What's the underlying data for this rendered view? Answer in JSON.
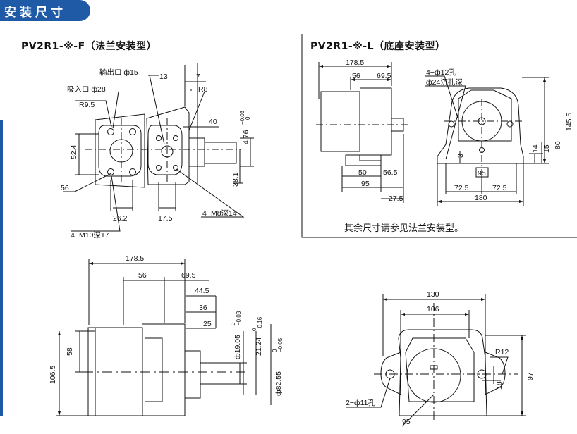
{
  "header": {
    "title": "安装尺寸"
  },
  "drawing_a": {
    "title": "PV2R1-※-F（法兰安装型）",
    "labels": {
      "outlet": "输出口 ф15",
      "inlet": "吸入口 ф28",
      "r95": "R9.5",
      "d13": "13",
      "d7": "7",
      "r8": "R8",
      "d40": "40",
      "d524": "52.4",
      "d476": "4.76",
      "tol476": "+0.03",
      "tol476b": "0",
      "d381": "38.1",
      "d56": "56",
      "d262": "26.2",
      "d175": "17.5",
      "m8": "4−M8深14",
      "m10": "4−M10深17"
    }
  },
  "drawing_b": {
    "title": "PV2R1-※-L（底座安装型）",
    "labels": {
      "d1785": "178.5",
      "d56": "56",
      "d695": "69.5",
      "holes": "4−ф12孔",
      "cbore": "ф24沉孔深",
      "d3": "3",
      "d50": "50",
      "d565": "56.5",
      "d95": "95",
      "d275": "27.5",
      "d95b": "95",
      "d725a": "72.5",
      "d725b": "72.5",
      "d180": "180",
      "d14": "14",
      "d15": "15",
      "d80": "80",
      "d1455": "145.5"
    },
    "note": "其余尺寸请参见法兰安装型。"
  },
  "drawing_c": {
    "labels": {
      "d1785": "178.5",
      "d56": "56",
      "d695": "69.5",
      "d445": "44.5",
      "d36": "36",
      "d25": "25",
      "d58": "58",
      "d1065": "106.5",
      "shaft1": "ф19.05",
      "tol1a": "0",
      "tol1b": "−0.03",
      "shaft2": "21.24",
      "tol2a": "0",
      "tol2b": "−0.16",
      "shaft3": "ф82.55",
      "tol3a": "0",
      "tol3b": "−0.05"
    }
  },
  "drawing_d": {
    "labels": {
      "d130": "130",
      "d106": "106",
      "r12": "R12",
      "d97": "97",
      "d18": "18",
      "holes": "2−ф11孔",
      "d95": "95"
    }
  }
}
